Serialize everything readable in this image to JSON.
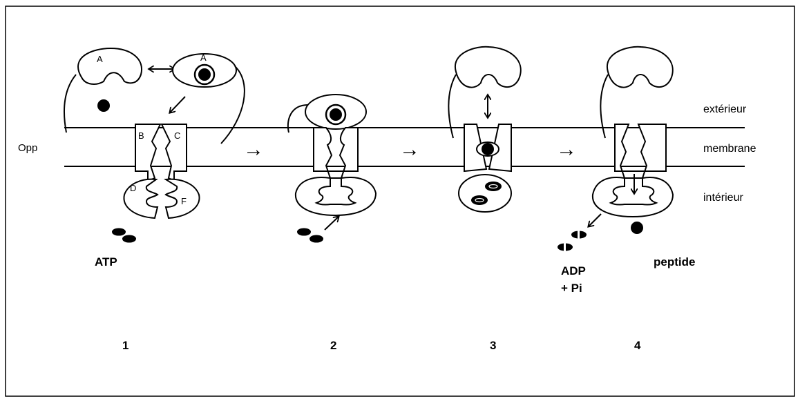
{
  "labels": {
    "opp": "Opp",
    "exterior": "extérieur",
    "membrane": "membrane",
    "interior": "intérieur",
    "atp": "ATP",
    "adp": "ADP",
    "pi": "+ Pi",
    "peptide": "peptide"
  },
  "subunits": {
    "a": "A",
    "b": "B",
    "c": "C",
    "d": "D",
    "f": "F"
  },
  "steps": [
    "1",
    "2",
    "3",
    "4"
  ],
  "symbols": {
    "right_arrow": "→",
    "double_arrow": "↔"
  },
  "colors": {
    "line": "#000000",
    "background": "#ffffff",
    "frame": "#000000"
  }
}
